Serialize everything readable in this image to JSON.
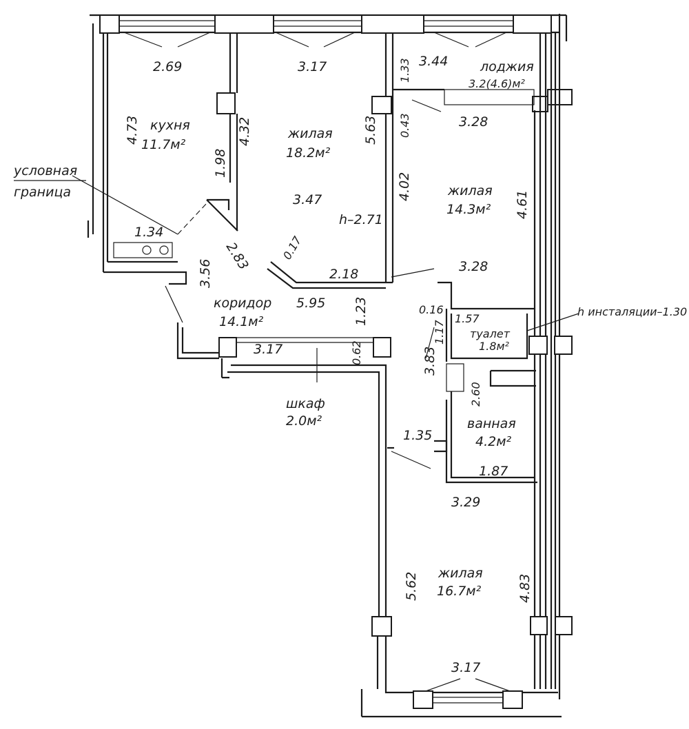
{
  "rooms": {
    "kitchen": {
      "name": "кухня",
      "area": "11.7м²"
    },
    "living1": {
      "name": "жилая",
      "area": "18.2м²"
    },
    "living2": {
      "name": "жилая",
      "area": "14.3м²"
    },
    "living3": {
      "name": "жилая",
      "area": "16.7м²"
    },
    "loggia": {
      "name": "лоджия",
      "area": "3.2(4.6)м²"
    },
    "corridor": {
      "name": "коридор",
      "area": "14.1м²"
    },
    "closet": {
      "name": "шкаф",
      "area": "2.0м²"
    },
    "toilet": {
      "name": "туалет",
      "area": "1.8м²"
    },
    "bath": {
      "name": "ванная",
      "area": "4.2м²"
    }
  },
  "annotations": {
    "boundary_line1": "условная",
    "boundary_line2": "граница",
    "ceiling_height": "h–2.71",
    "installation_height": "h инсталяции–1.30"
  },
  "dimensions": {
    "kitchen_top": "2.69",
    "kitchen_left": "4.73",
    "kitchen_right": "4.32",
    "kitchen_door": "1.98",
    "kitchen_bottom": "1.34",
    "living1_top": "3.17",
    "living1_right": "5.63",
    "living1_mid": "3.47",
    "living1_diag": "2.83",
    "living1_small": "0.17",
    "living1_bottom": "2.18",
    "loggia_top": "3.44",
    "loggia_left": "1.33",
    "loggia_small": "0.43",
    "living2_top": "3.28",
    "living2_left": "4.02",
    "living2_right": "4.61",
    "living2_bottom": "3.28",
    "corridor_left": "3.56",
    "corridor_width": "5.95",
    "corridor_mid": "1.23",
    "closet_width": "3.17",
    "closet_depth": "0.62",
    "toilet_offset": "0.16",
    "toilet_width": "1.57",
    "toilet_depth": "1.17",
    "hall_side": "3.83",
    "bath_depth": "2.60",
    "bath_offset": "1.35",
    "bath_width": "1.87",
    "living3_top": "3.29",
    "living3_left": "5.62",
    "living3_right": "4.83",
    "living3_bottom": "3.17"
  }
}
